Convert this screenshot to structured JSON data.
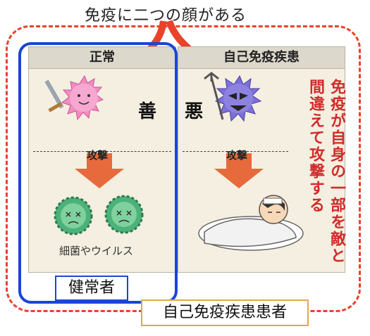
{
  "title": "免疫に二つの顔がある",
  "normal_header": "正常",
  "autoimmune_header": "自己免疫疾患",
  "good_label": "善",
  "evil_label": "悪",
  "attack_left": "攻撃",
  "attack_right": "攻撃",
  "bacteria_caption": "細菌やウイルス",
  "healthy_label": "健常者",
  "patient_label": "自己免疫疾患患者",
  "side_text": "免疫が自身の一部を敵と間違えて攻撃する",
  "colors": {
    "accent_red": "#e8432b",
    "blue": "#1a45d8",
    "orange": "#e8a44a",
    "pink_virus": "#f08cbf",
    "purple_virus": "#7d6fd8",
    "green_bacteria": "#4cb27a"
  }
}
